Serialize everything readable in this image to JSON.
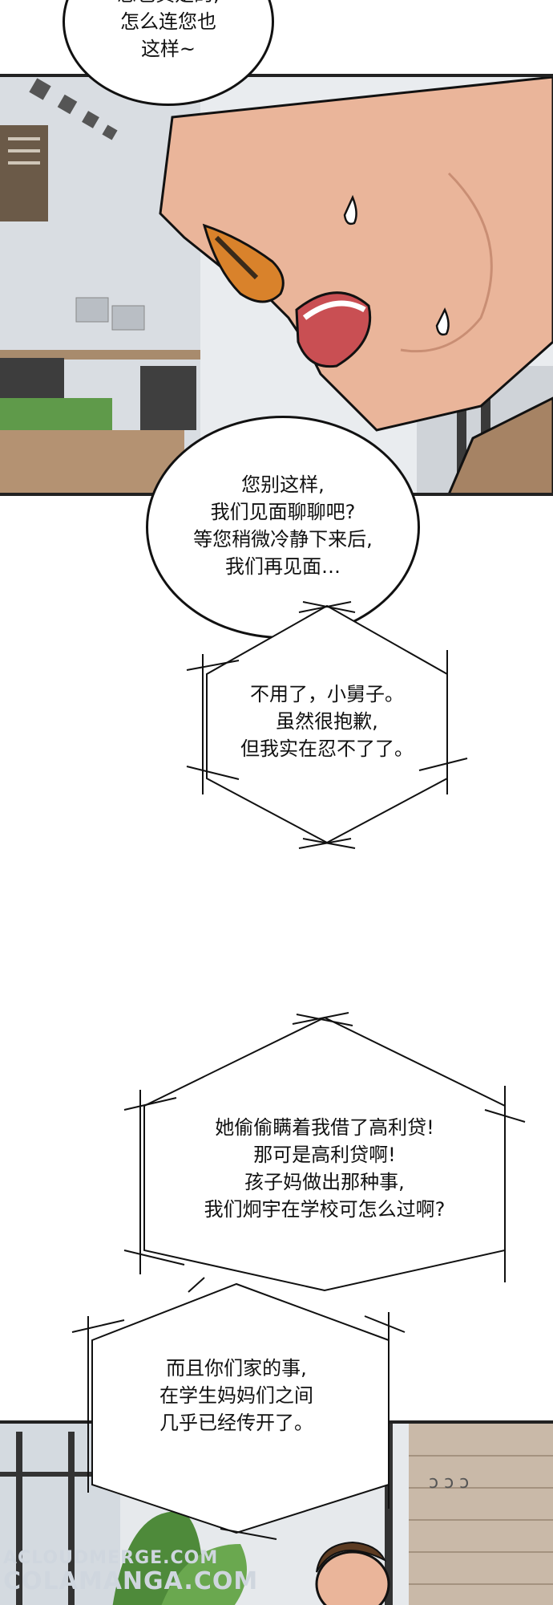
{
  "bubbles": [
    {
      "lines": [
        "您也真是的,",
        "怎么连您也",
        "这样~"
      ]
    },
    {
      "lines": [
        "您别这样,",
        "我们见面聊聊吧?",
        "等您稍微冷静下来后,",
        "我们再见面…"
      ]
    }
  ],
  "hex_boxes": [
    {
      "lines": [
        "不用了，小舅子。",
        "虽然很抱歉,",
        "但我实在忍不了了。"
      ]
    },
    {
      "lines": [
        "她偷偷瞒着我借了高利贷!",
        "那可是高利贷啊!",
        "孩子妈做出那种事,",
        "我们炯宇在学校可怎么过啊?"
      ]
    },
    {
      "lines": [
        "而且你们家的事,",
        "在学生妈妈们之间",
        "几乎已经传开了。"
      ]
    }
  ],
  "watermark": {
    "line1": "ACLOUDMERGE.COM",
    "line2": "COLAMANGA.COM"
  },
  "colors": {
    "skin": "#eab59a",
    "outline": "#111111",
    "bg_wall": "#e9ecef"
  }
}
